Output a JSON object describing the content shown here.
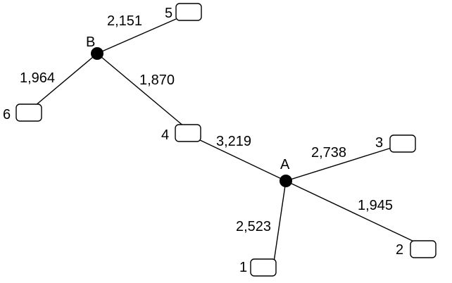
{
  "colors": {
    "line": "#000000",
    "hub_fill": "#000000",
    "box_fill": "#ffffff"
  },
  "hubs": {
    "A": "A",
    "B": "B"
  },
  "leaves": {
    "1": "1",
    "2": "2",
    "3": "3",
    "4": "4",
    "5": "5",
    "6": "6"
  },
  "edges": {
    "B_5": "2,151",
    "B_6": "1,964",
    "B_4": "1,870",
    "four_A": "3,219",
    "A_3": "2,738",
    "A_2": "1,945",
    "A_1": "2,523"
  }
}
